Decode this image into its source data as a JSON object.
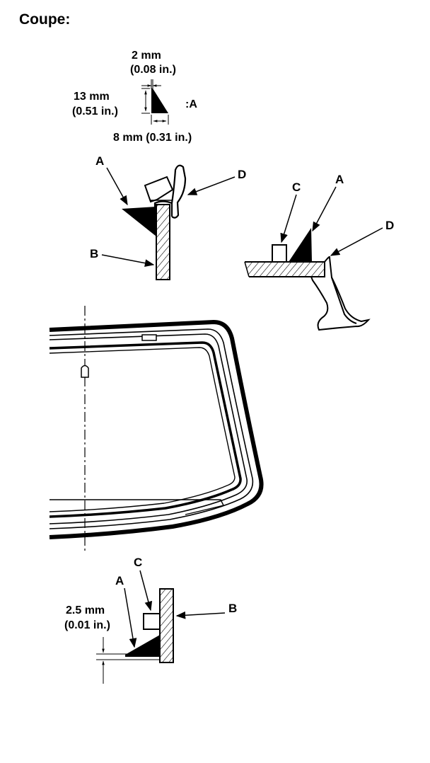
{
  "title": "Coupe:",
  "dimensions": {
    "width_mm": "2 mm",
    "width_in": "(0.08 in.)",
    "height_mm": "13 mm",
    "height_in": "(0.51 in.)",
    "base": "8 mm (0.31 in.)",
    "part_ref": ":A",
    "gap_mm": "2.5 mm",
    "gap_in": "(0.01 in.)"
  },
  "callouts": {
    "a": "A",
    "b": "B",
    "c": "C",
    "d": "D"
  }
}
